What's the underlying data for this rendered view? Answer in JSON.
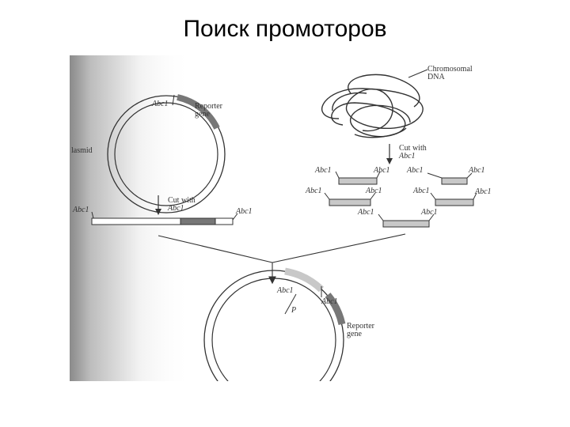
{
  "title": "Поиск промоторов",
  "labels": {
    "abc1": "Abc1",
    "abc1_lower": "Abc1",
    "reporter_gene_1": "Reporter",
    "reporter_gene_2": "gene",
    "plasmid": "lasmid",
    "cut_with": "Cut with",
    "abc1_cut": "Abc1",
    "chromosomal_1": "Chromosomal",
    "chromosomal_2": "DNA",
    "p": "P"
  },
  "colors": {
    "ink": "#333333",
    "bar_fill": "#c8c8c8",
    "reporter_fill": "#777777"
  }
}
